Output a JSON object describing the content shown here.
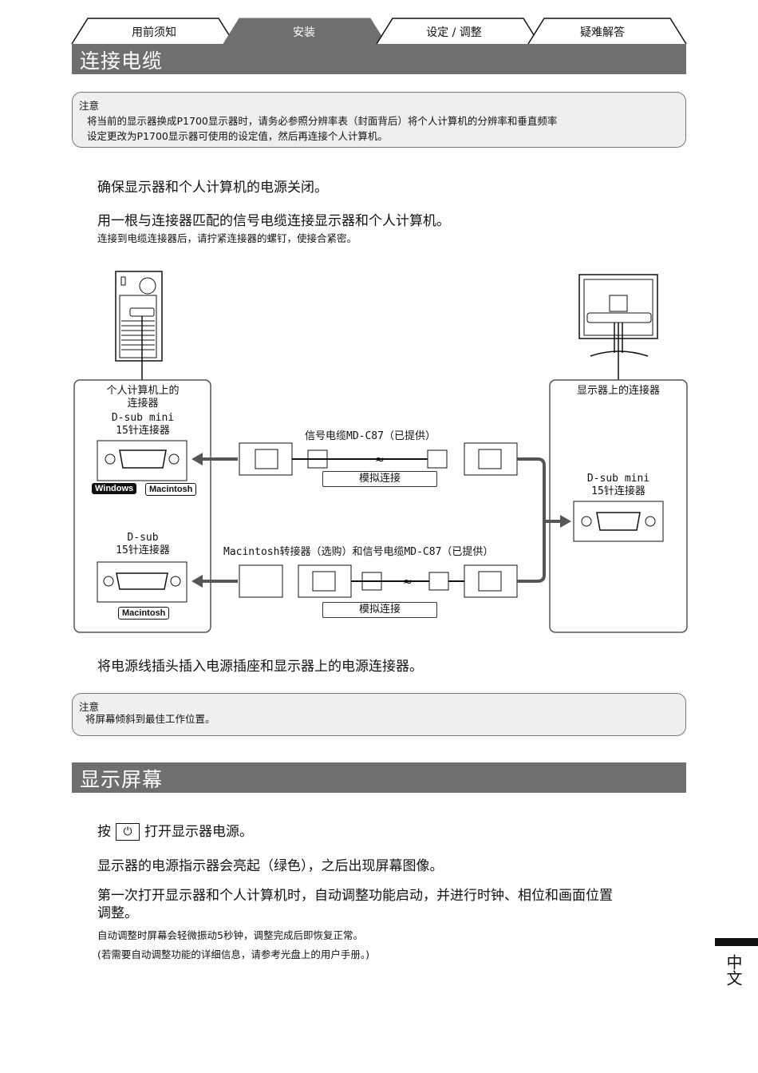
{
  "tabs": [
    {
      "label": "用前须知",
      "active": false
    },
    {
      "label": "安装",
      "active": true
    },
    {
      "label": "设定 / 调整",
      "active": false
    },
    {
      "label": "疑难解答",
      "active": false
    }
  ],
  "section1": {
    "title": "连接电缆",
    "note1": {
      "title": "注意",
      "line1": "将当前的显示器换成P1700显示器时，请务必参照分辨率表（封面背后）将个人计算机的分辨率和垂直频率",
      "line2": "设定更改为P1700显示器可使用的设定值，然后再连接个人计算机。"
    },
    "step1": "确保显示器和个人计算机的电源关闭。",
    "step2": "用一根与连接器匹配的信号电缆连接显示器和个人计算机。",
    "step2_sub": "连接到电缆连接器后，请拧紧连接器的螺钉，使接合紧密。",
    "diagram": {
      "pc_box_title_l1": "个人计算机上的",
      "pc_box_title_l2": "连接器",
      "pc_dsub_mini_l1": "D-sub mini",
      "pc_dsub_mini_l2": "15针连接器",
      "badge_windows": "Windows",
      "badge_mac1": "Macintosh",
      "pc_dsub_l1": "D-sub",
      "pc_dsub_l2": "15针连接器",
      "badge_mac2": "Macintosh",
      "cable1_label": "信号电缆MD-C87（已提供）",
      "analog1": "模拟连接",
      "cable2_label": "Macintosh转接器（选购）和信号电缆MD-C87（已提供）",
      "analog2": "模拟连接",
      "monitor_box_title": "显示器上的连接器",
      "monitor_conn_l1": "D-sub mini",
      "monitor_conn_l2": "15针连接器"
    },
    "step3": "将电源线插头插入电源插座和显示器上的电源连接器。",
    "note2": {
      "title": "注意",
      "line1": "将屏幕倾斜到最佳工作位置。"
    }
  },
  "section2": {
    "title": "显示屏幕",
    "step1_pre": "按",
    "power_icon": "power-icon",
    "step1_post": "打开显示器电源。",
    "step2": "显示器的电源指示器会亮起（绿色），之后出现屏幕图像。",
    "step3_l1": "第一次打开显示器和个人计算机时，自动调整功能启动，并进行时钟、相位和画面位置",
    "step3_l2": "调整。",
    "sub1": "自动调整时屏幕会轻微振动5秒钟，调整完成后即恢复正常。",
    "sub2": "(若需要自动调整功能的详细信息，请参考光盘上的用户手册。)"
  },
  "language_tab": "中文",
  "colors": {
    "section_bar": "#6f6f6f",
    "note_bg": "#efefef",
    "active_tab": "#6f6f6f"
  }
}
